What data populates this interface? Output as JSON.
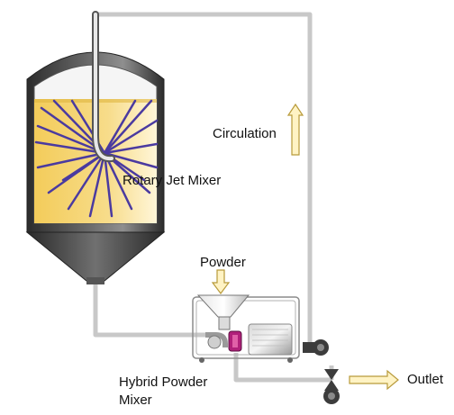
{
  "labels": {
    "circulation": "Circulation",
    "rotary_jet_mixer": "Rotary Jet Mixer",
    "powder": "Powder",
    "outlet": "Outlet",
    "hybrid_powder_mixer_line1": "Hybrid Powder",
    "hybrid_powder_mixer_line2": "Mixer"
  },
  "colors": {
    "pipe": "#c8c8c8",
    "tank_body": "#3a3a3a",
    "tank_highlight": "#8a8a8a",
    "liquid": "#f3cc5a",
    "liquid_light": "#fff6d8",
    "jet_streams": "#4a3aa0",
    "arrow_fill": "#fff3c4",
    "arrow_stroke": "#b89a3a",
    "pump": "#3c3c3c",
    "impeller": "#b0207a"
  },
  "icons": [
    "rotary-jet-mixer-icon",
    "powder-arrow-icon",
    "circulation-arrow-icon",
    "outlet-arrow-icon",
    "valve-icon"
  ]
}
